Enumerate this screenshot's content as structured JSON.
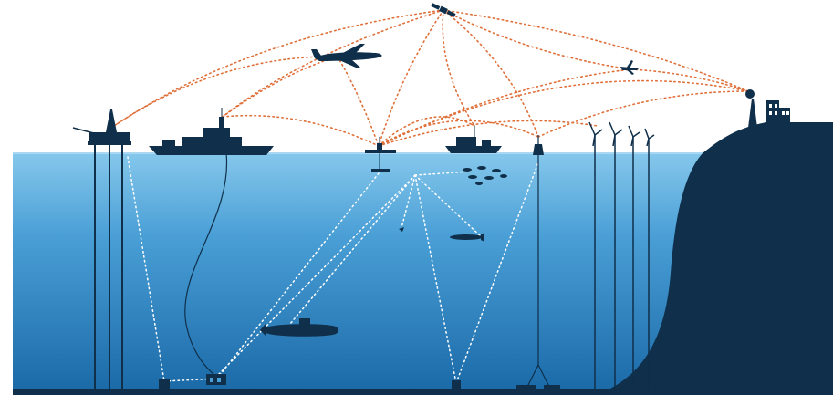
{
  "colors": {
    "sky": "#ffffff",
    "water_top": "#7fc2e8",
    "water_mid": "#3f95cf",
    "water_bottom": "#1f6fae",
    "silhouette": "#0f2f4a",
    "surface_link": "#e0703a",
    "underwater_link": "#ffffff"
  },
  "nodes": [
    {
      "name": "satellite",
      "icon": "satellite-icon"
    },
    {
      "name": "aircraft",
      "icon": "airplane-icon"
    },
    {
      "name": "drone",
      "icon": "drone-icon"
    },
    {
      "name": "shore-station",
      "icon": "radio-tower-building-icon"
    },
    {
      "name": "offshore-rig",
      "icon": "oil-rig-icon"
    },
    {
      "name": "warship",
      "icon": "warship-icon"
    },
    {
      "name": "surface-buoy-gateway",
      "icon": "gateway-buoy-icon"
    },
    {
      "name": "fishing-vessel",
      "icon": "fishing-boat-icon"
    },
    {
      "name": "moored-buoy",
      "icon": "buoy-icon"
    },
    {
      "name": "wind-farm",
      "icon": "wind-turbine-icon"
    },
    {
      "name": "fish-school",
      "icon": "fish-icon"
    },
    {
      "name": "auv",
      "icon": "auv-icon"
    },
    {
      "name": "submarine",
      "icon": "submarine-icon"
    },
    {
      "name": "seabed-sensors",
      "icon": "seabed-sensor-icon"
    },
    {
      "name": "rov",
      "icon": "rov-icon"
    }
  ]
}
